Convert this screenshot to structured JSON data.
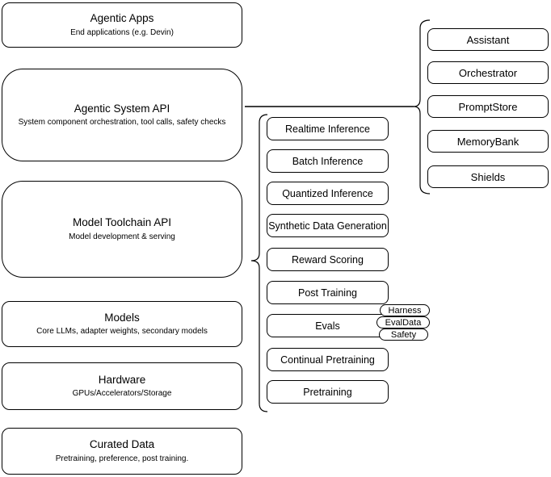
{
  "diagram": {
    "colors": {
      "stroke": "#000000",
      "fill": "#ffffff",
      "background": "#ffffff"
    },
    "left_stack": [
      {
        "title": "Agentic Apps",
        "subtitle": "End applications (e.g. Devin)"
      },
      {
        "title": "Agentic System API",
        "subtitle": "System component orchestration, tool calls, safety checks"
      },
      {
        "title": "Model Toolchain API",
        "subtitle": "Model development & serving"
      },
      {
        "title": "Models",
        "subtitle": "Core LLMs, adapter weights, secondary models"
      },
      {
        "title": "Hardware",
        "subtitle": "GPUs/Accelerators/Storage"
      },
      {
        "title": "Curated Data",
        "subtitle": "Pretraining, preference, post training."
      }
    ],
    "toolchain_group": {
      "items": [
        "Realtime Inference",
        "Batch Inference",
        "Quantized Inference",
        "Synthetic Data Generation",
        "Reward Scoring",
        "Post Training",
        "Evals",
        "Continual Pretraining",
        "Pretraining"
      ],
      "eval_tags": [
        "Harness",
        "EvalData",
        "Safety"
      ]
    },
    "system_group": {
      "items": [
        "Assistant",
        "Orchestrator",
        "PromptStore",
        "MemoryBank",
        "Shields"
      ]
    }
  }
}
